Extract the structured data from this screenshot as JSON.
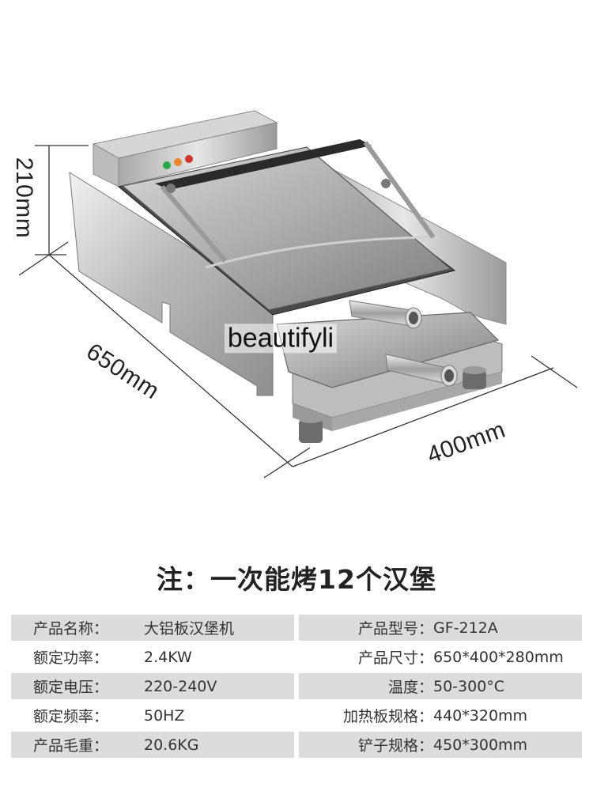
{
  "dimensions": {
    "height": "210mm",
    "length": "650mm",
    "width": "400mm"
  },
  "watermark": "beautifyli",
  "indicator_lights": [
    "#2aa84a",
    "#e8842c",
    "#d0342c"
  ],
  "note": "注：一次能烤12个汉堡",
  "specs": [
    {
      "left_label": "产品名称：",
      "left_value": "大铝板汉堡机",
      "right_label": "产品型号：",
      "right_value": "GF-212A"
    },
    {
      "left_label": "额定功率：",
      "left_value": "2.4KW",
      "right_label": "产品尺寸：",
      "right_value": "650*400*280mm"
    },
    {
      "left_label": "额定电压：",
      "left_value": "220-240V",
      "right_label": "温度：",
      "right_value": "50-300°C"
    },
    {
      "left_label": "额定频率：",
      "left_value": "50HZ",
      "right_label": "加热板规格：",
      "right_value": "440*320mm"
    },
    {
      "left_label": "产品毛重：",
      "left_value": "20.6KG",
      "right_label": "铲子规格：",
      "right_value": "450*300mm"
    }
  ]
}
